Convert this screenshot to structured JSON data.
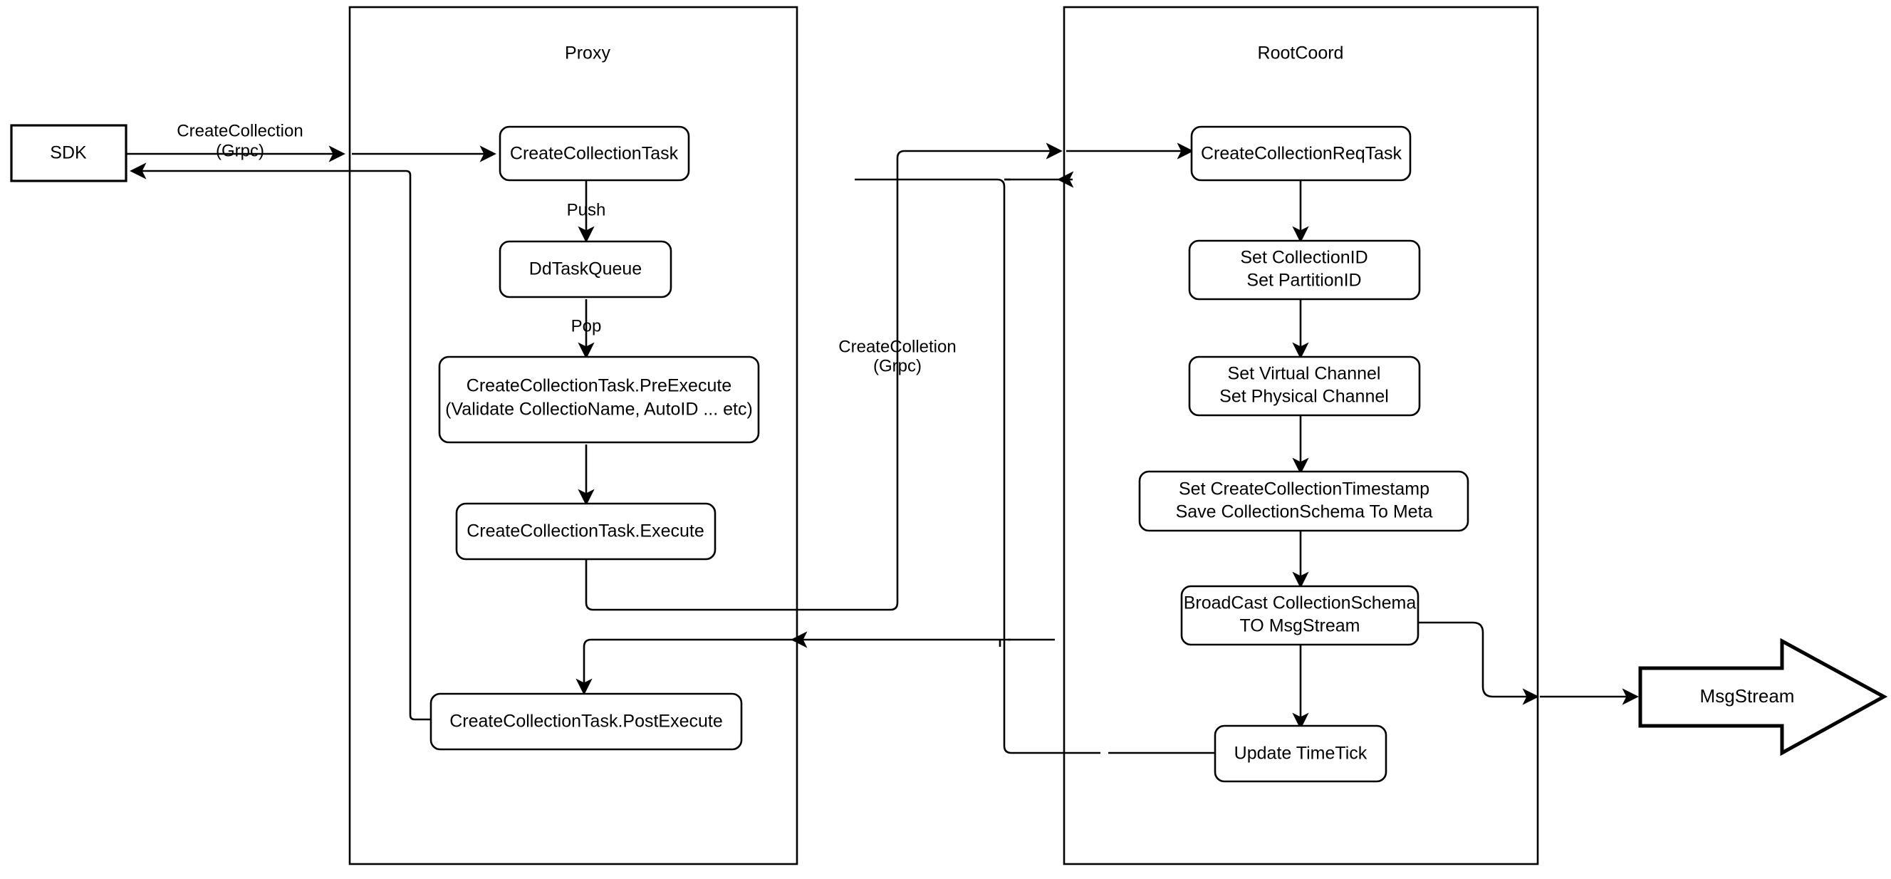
{
  "diagram": {
    "title": "CreateCollection flow",
    "colors": {
      "stroke": "#000000",
      "fill": "#ffffff",
      "text": "#000000"
    },
    "containers": [
      {
        "id": "proxy",
        "label": "Proxy"
      },
      {
        "id": "rootcoord",
        "label": "RootCoord"
      }
    ],
    "external": [
      {
        "id": "sdk",
        "label": "SDK",
        "shape": "rectangle"
      },
      {
        "id": "msgstream",
        "label": "MsgStream",
        "shape": "block-arrow-right"
      }
    ],
    "proxy_nodes": [
      {
        "id": "create-collection-task",
        "lines": [
          "CreateCollectionTask"
        ]
      },
      {
        "id": "dd-task-queue",
        "lines": [
          "DdTaskQueue"
        ]
      },
      {
        "id": "pre-execute",
        "lines": [
          "CreateCollectionTask.PreExecute",
          "(Validate CollectioName, AutoID ... etc)"
        ]
      },
      {
        "id": "execute",
        "lines": [
          "CreateCollectionTask.Execute"
        ]
      },
      {
        "id": "post-execute",
        "lines": [
          "CreateCollectionTask.PostExecute"
        ]
      }
    ],
    "rootcoord_nodes": [
      {
        "id": "create-collection-req-task",
        "lines": [
          "CreateCollectionReqTask"
        ]
      },
      {
        "id": "set-ids",
        "lines": [
          "Set CollectionID",
          "Set PartitionID"
        ]
      },
      {
        "id": "set-channels",
        "lines": [
          "Set Virtual Channel",
          "Set Physical Channel"
        ]
      },
      {
        "id": "set-timestamp",
        "lines": [
          "Set CreateCollectionTimestamp",
          "Save CollectionSchema To Meta"
        ]
      },
      {
        "id": "broadcast",
        "lines": [
          "BroadCast CollectionSchema",
          "TO MsgStream"
        ]
      },
      {
        "id": "update-timetick",
        "lines": [
          "Update TimeTick"
        ]
      }
    ],
    "edge_labels": [
      {
        "id": "sdk-to-proxy",
        "lines": [
          "CreateCollection",
          "(Grpc)"
        ]
      },
      {
        "id": "push",
        "lines": [
          "Push"
        ]
      },
      {
        "id": "pop",
        "lines": [
          "Pop"
        ]
      },
      {
        "id": "proxy-to-rootcoord",
        "lines": [
          "CreateColletion",
          "(Grpc)"
        ]
      }
    ]
  }
}
